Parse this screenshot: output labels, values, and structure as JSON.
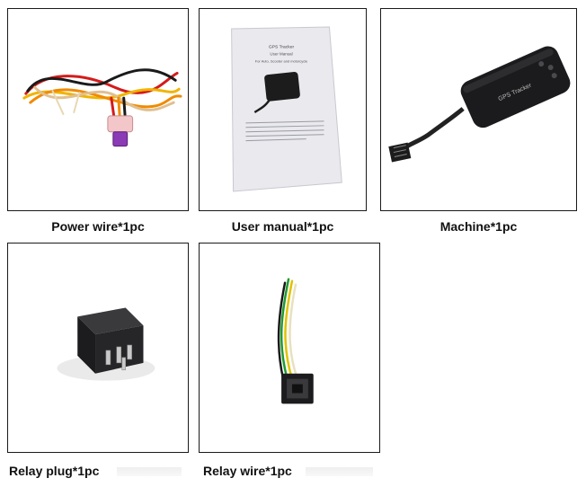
{
  "items": [
    {
      "caption": "Power wire*1pc"
    },
    {
      "caption": "User manual*1pc"
    },
    {
      "caption": "Machine*1pc"
    },
    {
      "caption": "Relay plug*1pc"
    },
    {
      "caption": "Relay wire*1pc"
    }
  ],
  "manual": {
    "title": "GPS Tracker",
    "subtitle": "User Manual",
    "tagline": "For Auto, Scooter and motorcycle"
  },
  "device": {
    "label": "GPS Tracker"
  }
}
